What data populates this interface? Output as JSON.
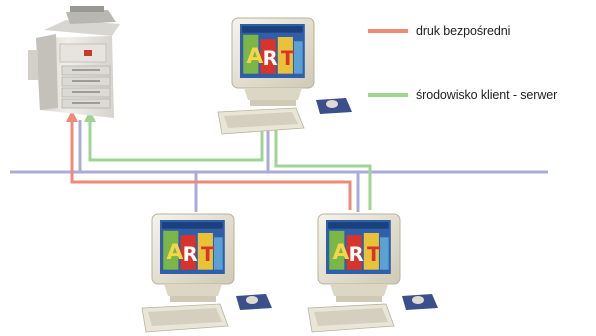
{
  "legend": {
    "direct_print": {
      "label": "druk bezpośredni",
      "color": "#f08a78"
    },
    "client_server": {
      "label": "środowisko klient - serwer",
      "color": "#9fd494"
    }
  },
  "network_color": "#a9acd9",
  "devices": {
    "printer": {
      "name": "copier-printer"
    },
    "server": {
      "name": "server-computer"
    },
    "client_left": {
      "name": "client-computer-left"
    },
    "client_right": {
      "name": "client-computer-right"
    }
  },
  "colors": {
    "monitor_body": "#ece8da",
    "monitor_shadow": "#cfc9b6",
    "screen_bg": "#2f5fa8",
    "mousepad": "#3a4f8c",
    "printer_body": "#e9e7e2",
    "printer_dark": "#6b6b6b"
  }
}
